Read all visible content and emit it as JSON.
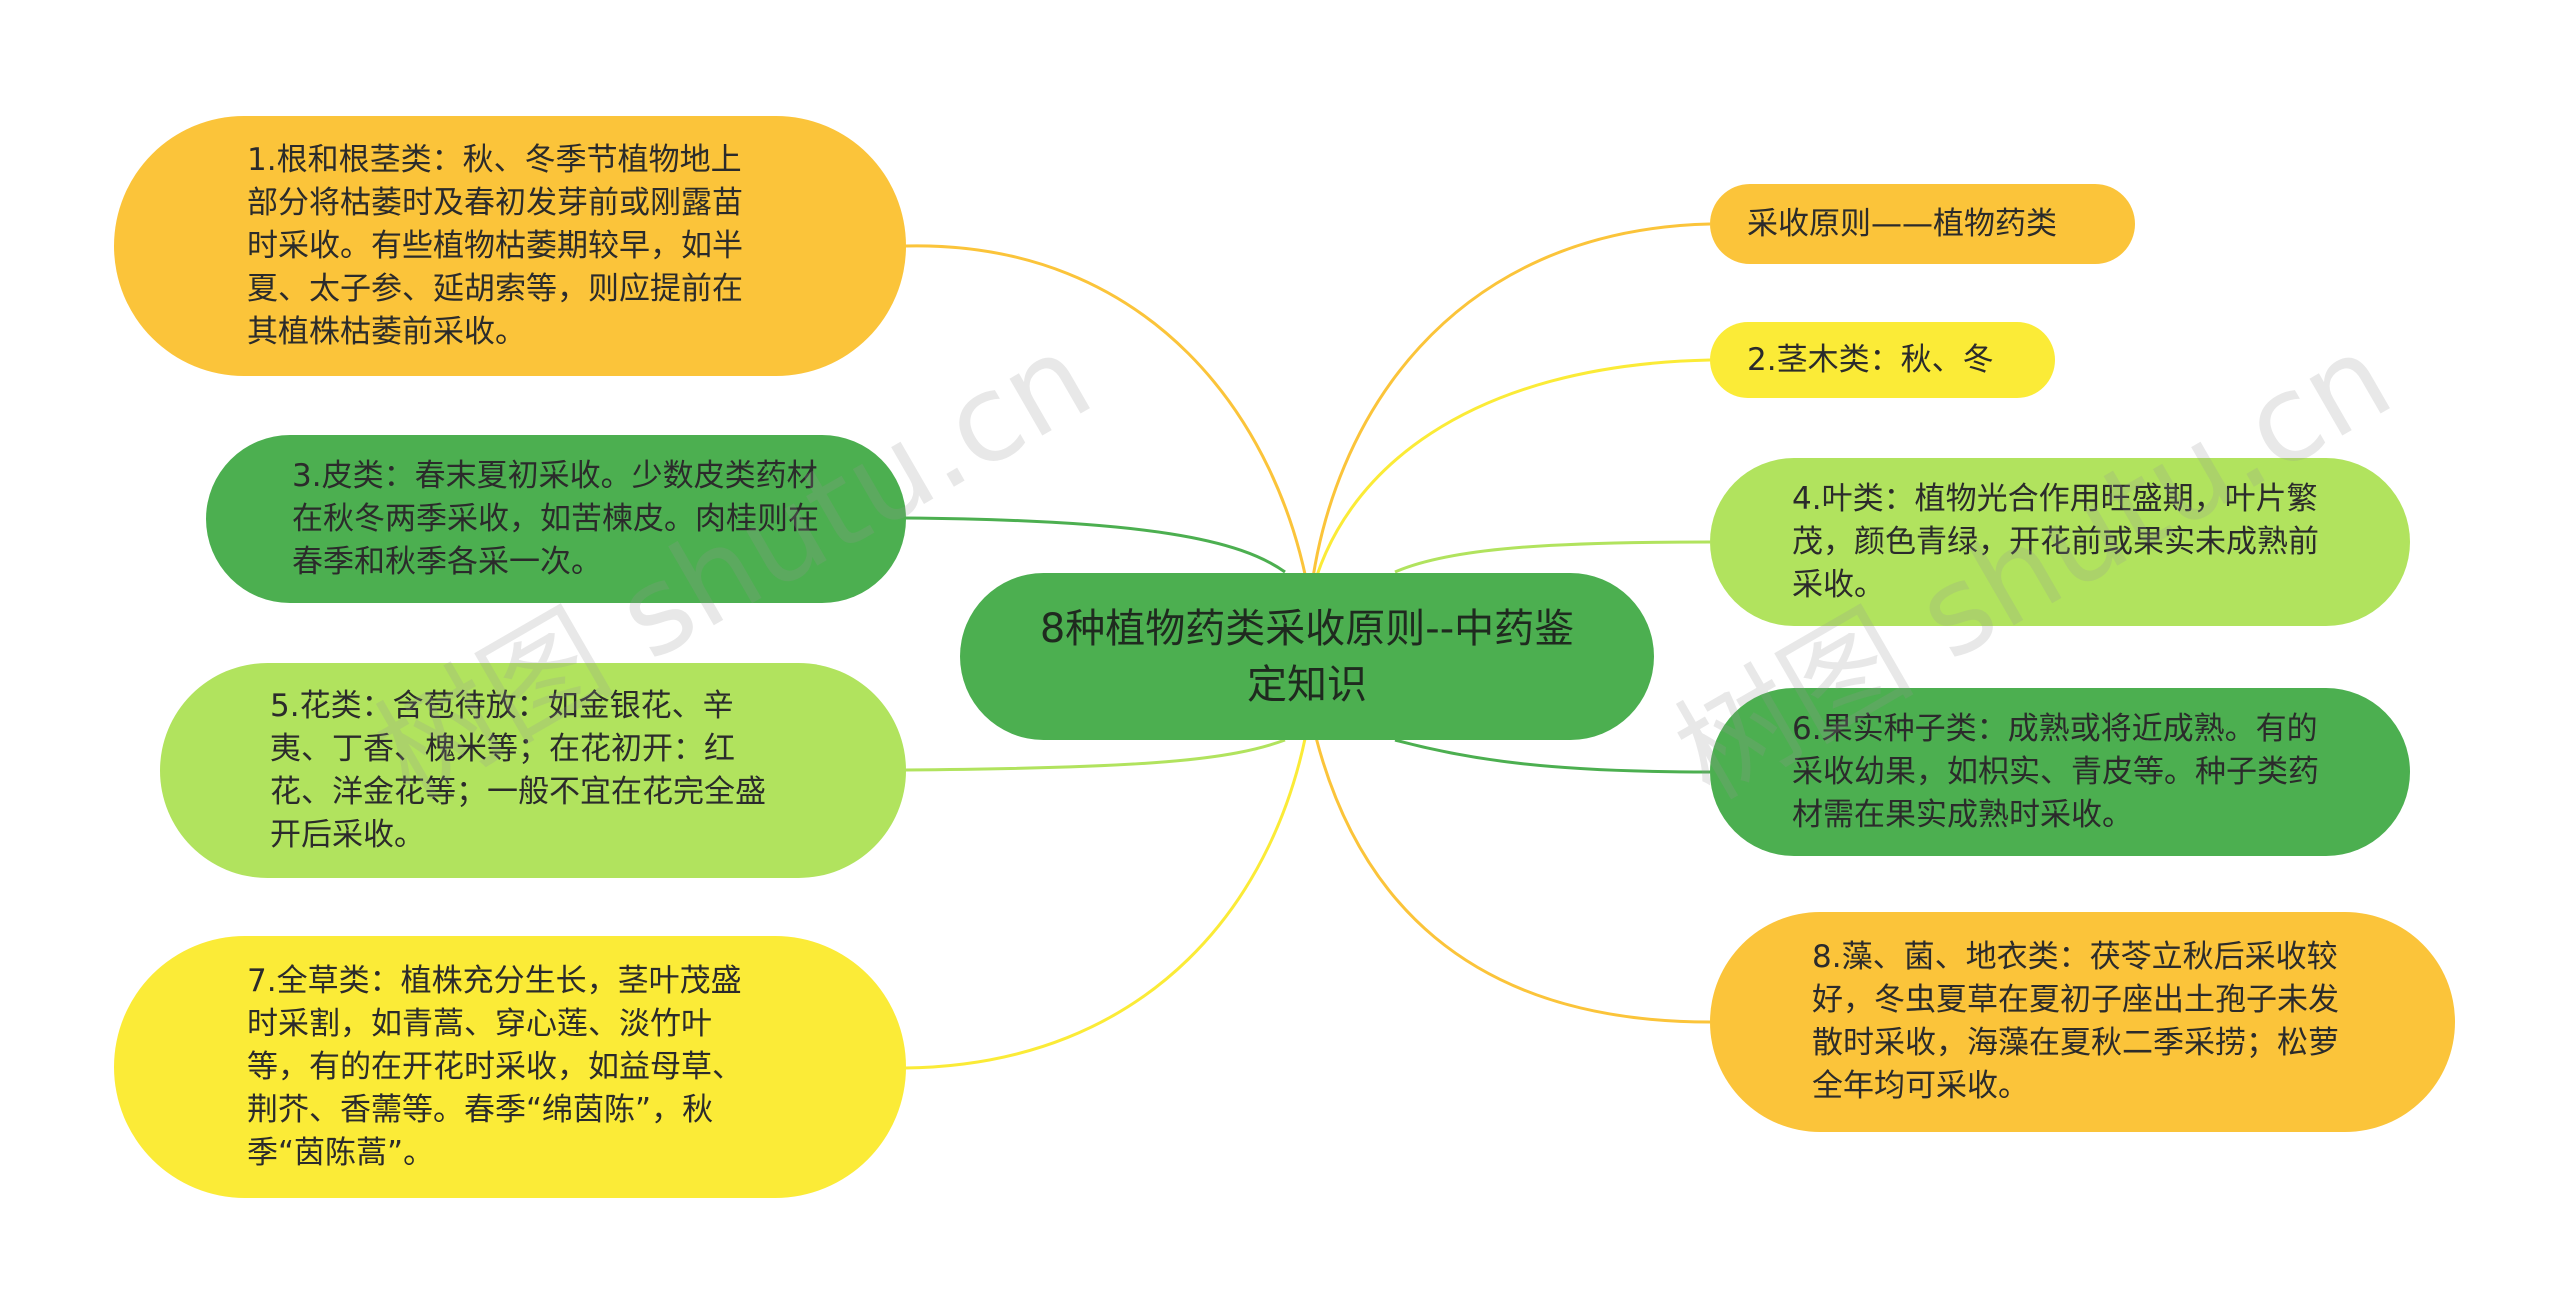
{
  "mindmap": {
    "center": "8种植物药类采收原则--中药鉴定知识",
    "left_nodes": [
      "1.根和根茎类：秋、冬季节植物地上部分将枯萎时及春初发芽前或刚露苗时采收。有些植物枯萎期较早，如半夏、太子参、延胡索等，则应提前在其植株枯萎前采收。",
      "3.皮类：春末夏初采收。少数皮类药材在秋冬两季采收，如苦楝皮。肉桂则在春季和秋季各采一次。",
      "5.花类：含苞待放：如金银花、辛夷、丁香、槐米等；在花初开：红花、洋金花等；一般不宜在花完全盛开后采收。",
      "7.全草类：植株充分生长，茎叶茂盛时采割，如青蒿、穿心莲、淡竹叶等，有的在开花时采收，如益母草、荆芥、香薷等。春季“绵茵陈”，秋季“茵陈蒿”。"
    ],
    "right_nodes": [
      "采收原则——植物药类",
      "2.茎木类：秋、冬",
      "4.叶类：植物光合作用旺盛期，叶片繁茂，颜色青绿，开花前或果实未成熟前采收。",
      "6.果实种子类：成熟或将近成熟。有的采收幼果，如枳实、青皮等。种子类药材需在果实成熟时采收。",
      "8.藻、菌、地衣类：茯苓立秋后采收较好，冬虫夏草在夏初子座出土孢子未发散时采收，海藻在夏秋二季采捞；松萝全年均可采收。"
    ],
    "colors": {
      "orange": "#fbc43a",
      "dark_green": "#4caf50",
      "light_green": "#b1e35e",
      "yellow": "#fbeb37",
      "center": "#4caf50"
    }
  }
}
